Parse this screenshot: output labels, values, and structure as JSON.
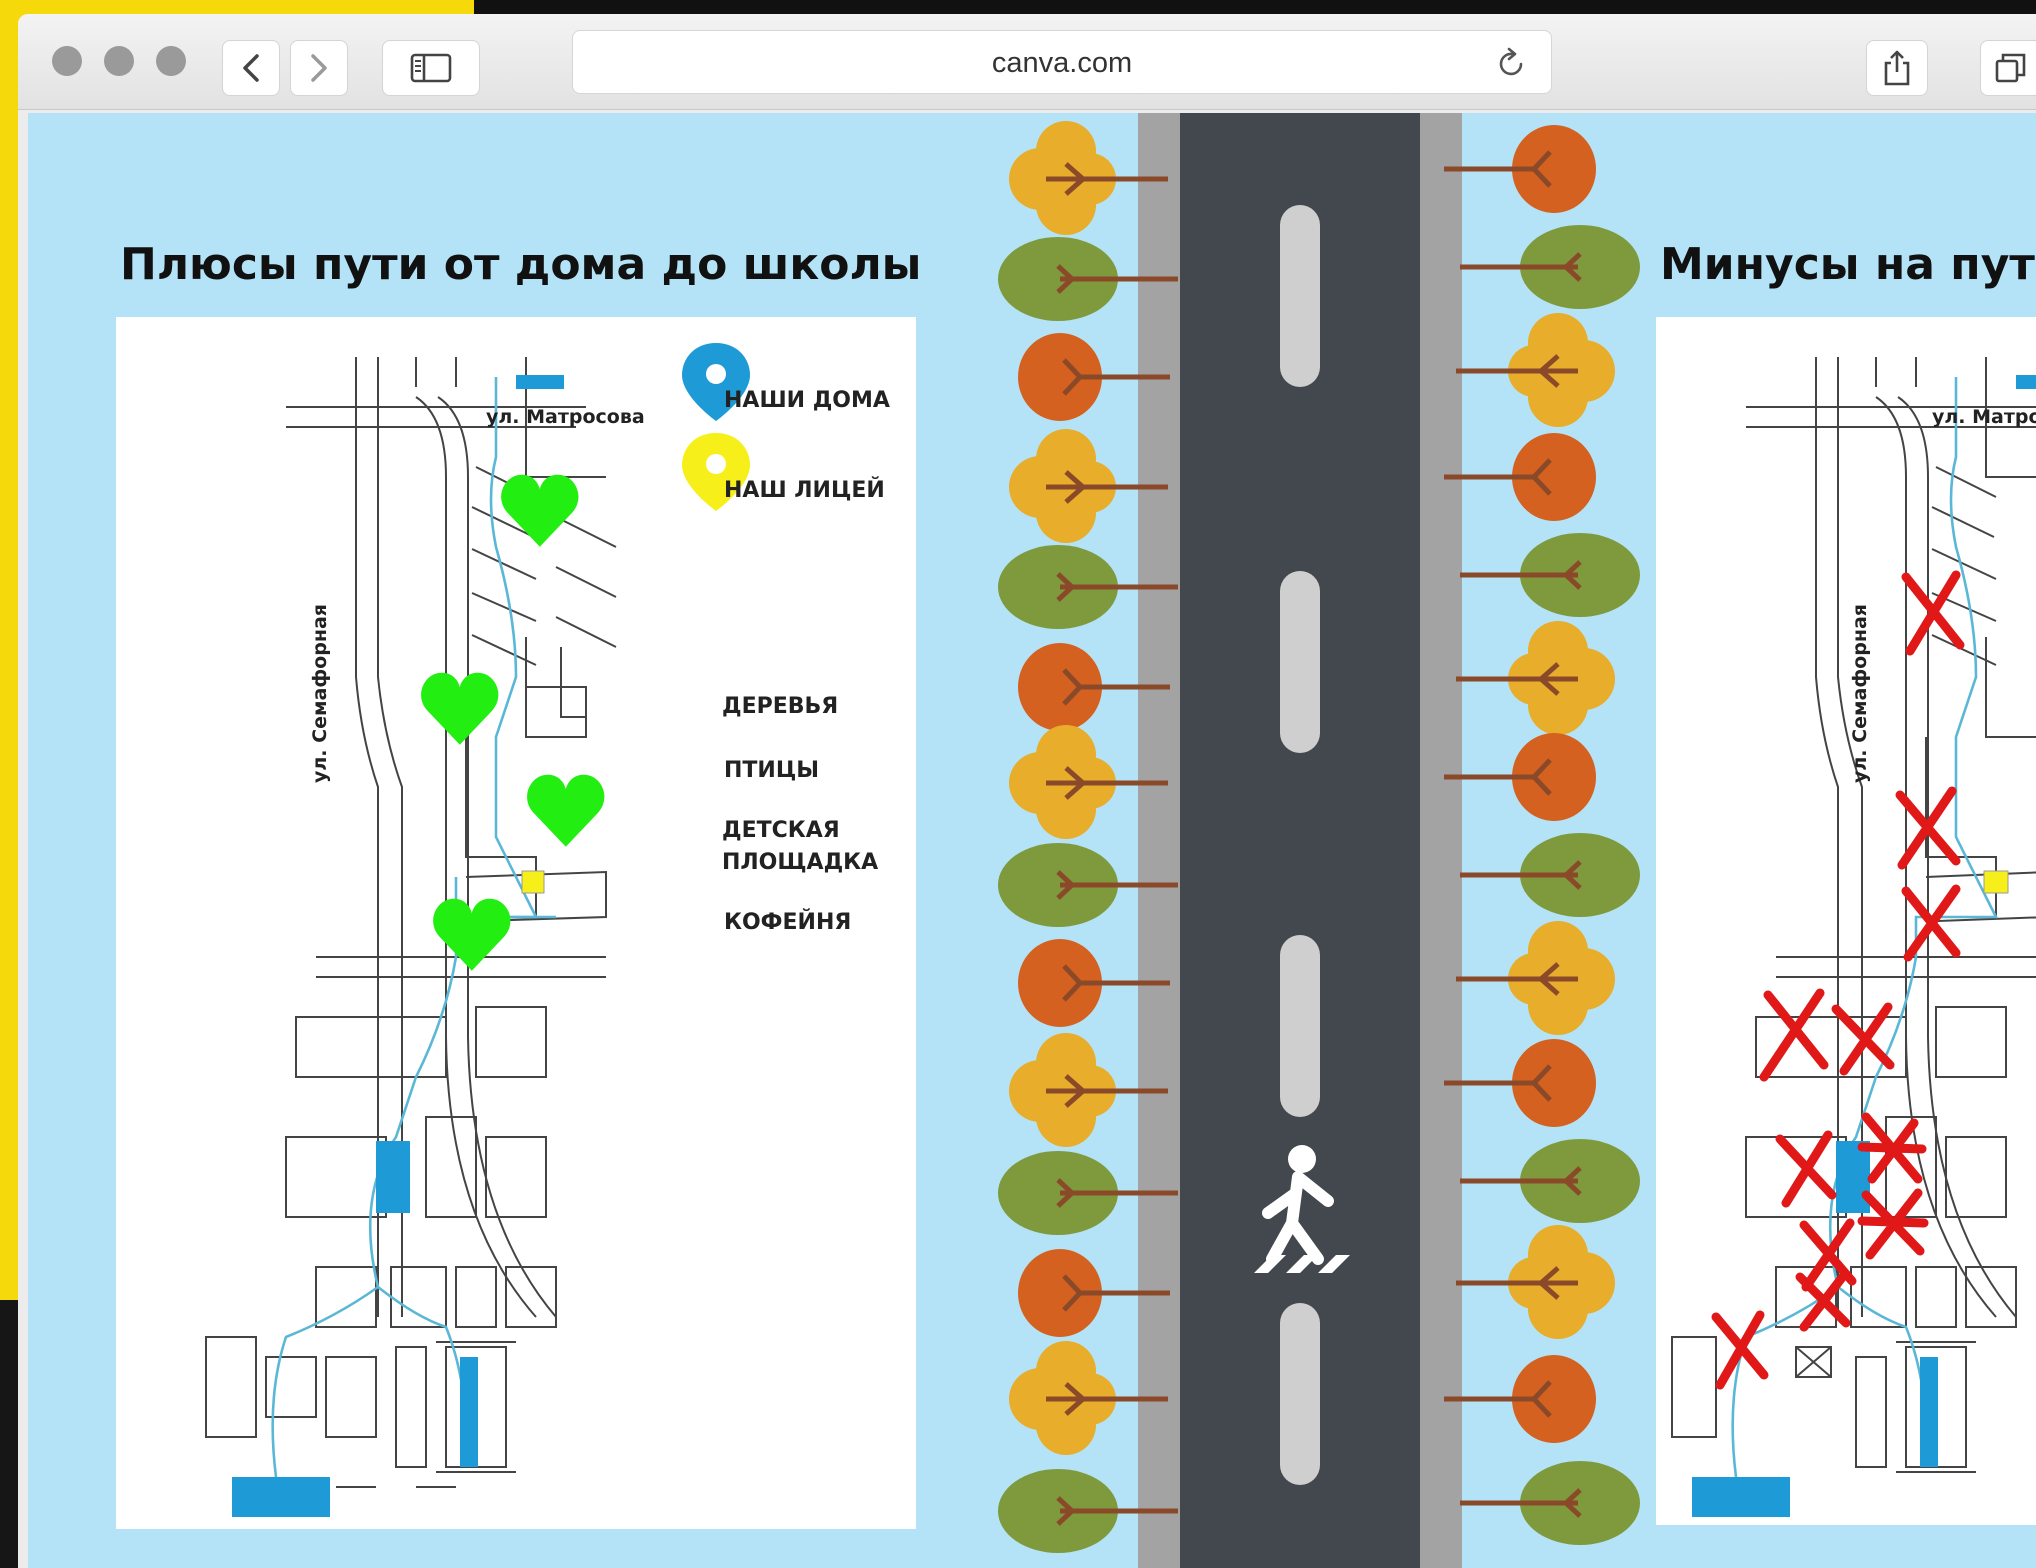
{
  "browser": {
    "url": "canva.com",
    "icons": {
      "back": "chevron-left-icon",
      "forward": "chevron-right-icon",
      "sidebar": "sidebar-icon",
      "reload": "reload-icon",
      "share": "share-icon",
      "tabs": "tabs-icon"
    }
  },
  "slide": {
    "left": {
      "title": "Плюсы пути от дома до школы",
      "legend": {
        "homes": "НАШИ ДОМА",
        "lyceum": "НАШ ЛИЦЕЙ",
        "trees": "ДЕРЕВЬЯ",
        "birds": "ПТИЦЫ",
        "playground": "ДЕТСКАЯ\nПЛОЩАДКА",
        "cafe": "КОФЕЙНЯ"
      },
      "streets": {
        "matrosova": "ул. Матросова",
        "semafornaya": "ул. Семафорная"
      }
    },
    "right": {
      "title": "Минусы на пут",
      "streets": {
        "matrosova": "ул. Матрос",
        "semafornaya": "ул. Семафорная"
      }
    }
  },
  "colors": {
    "sky": "#b4e3f8",
    "road": "#43474e",
    "curb": "#a3a3a3",
    "tree_yellow": "#e8ad2a",
    "tree_orange": "#d4611f",
    "tree_green": "#7f9a3d",
    "heart": "#22ee11",
    "cross": "#e01818",
    "home_pin": "#1e9ad6",
    "lyceum_pin": "#f7ef1a"
  }
}
